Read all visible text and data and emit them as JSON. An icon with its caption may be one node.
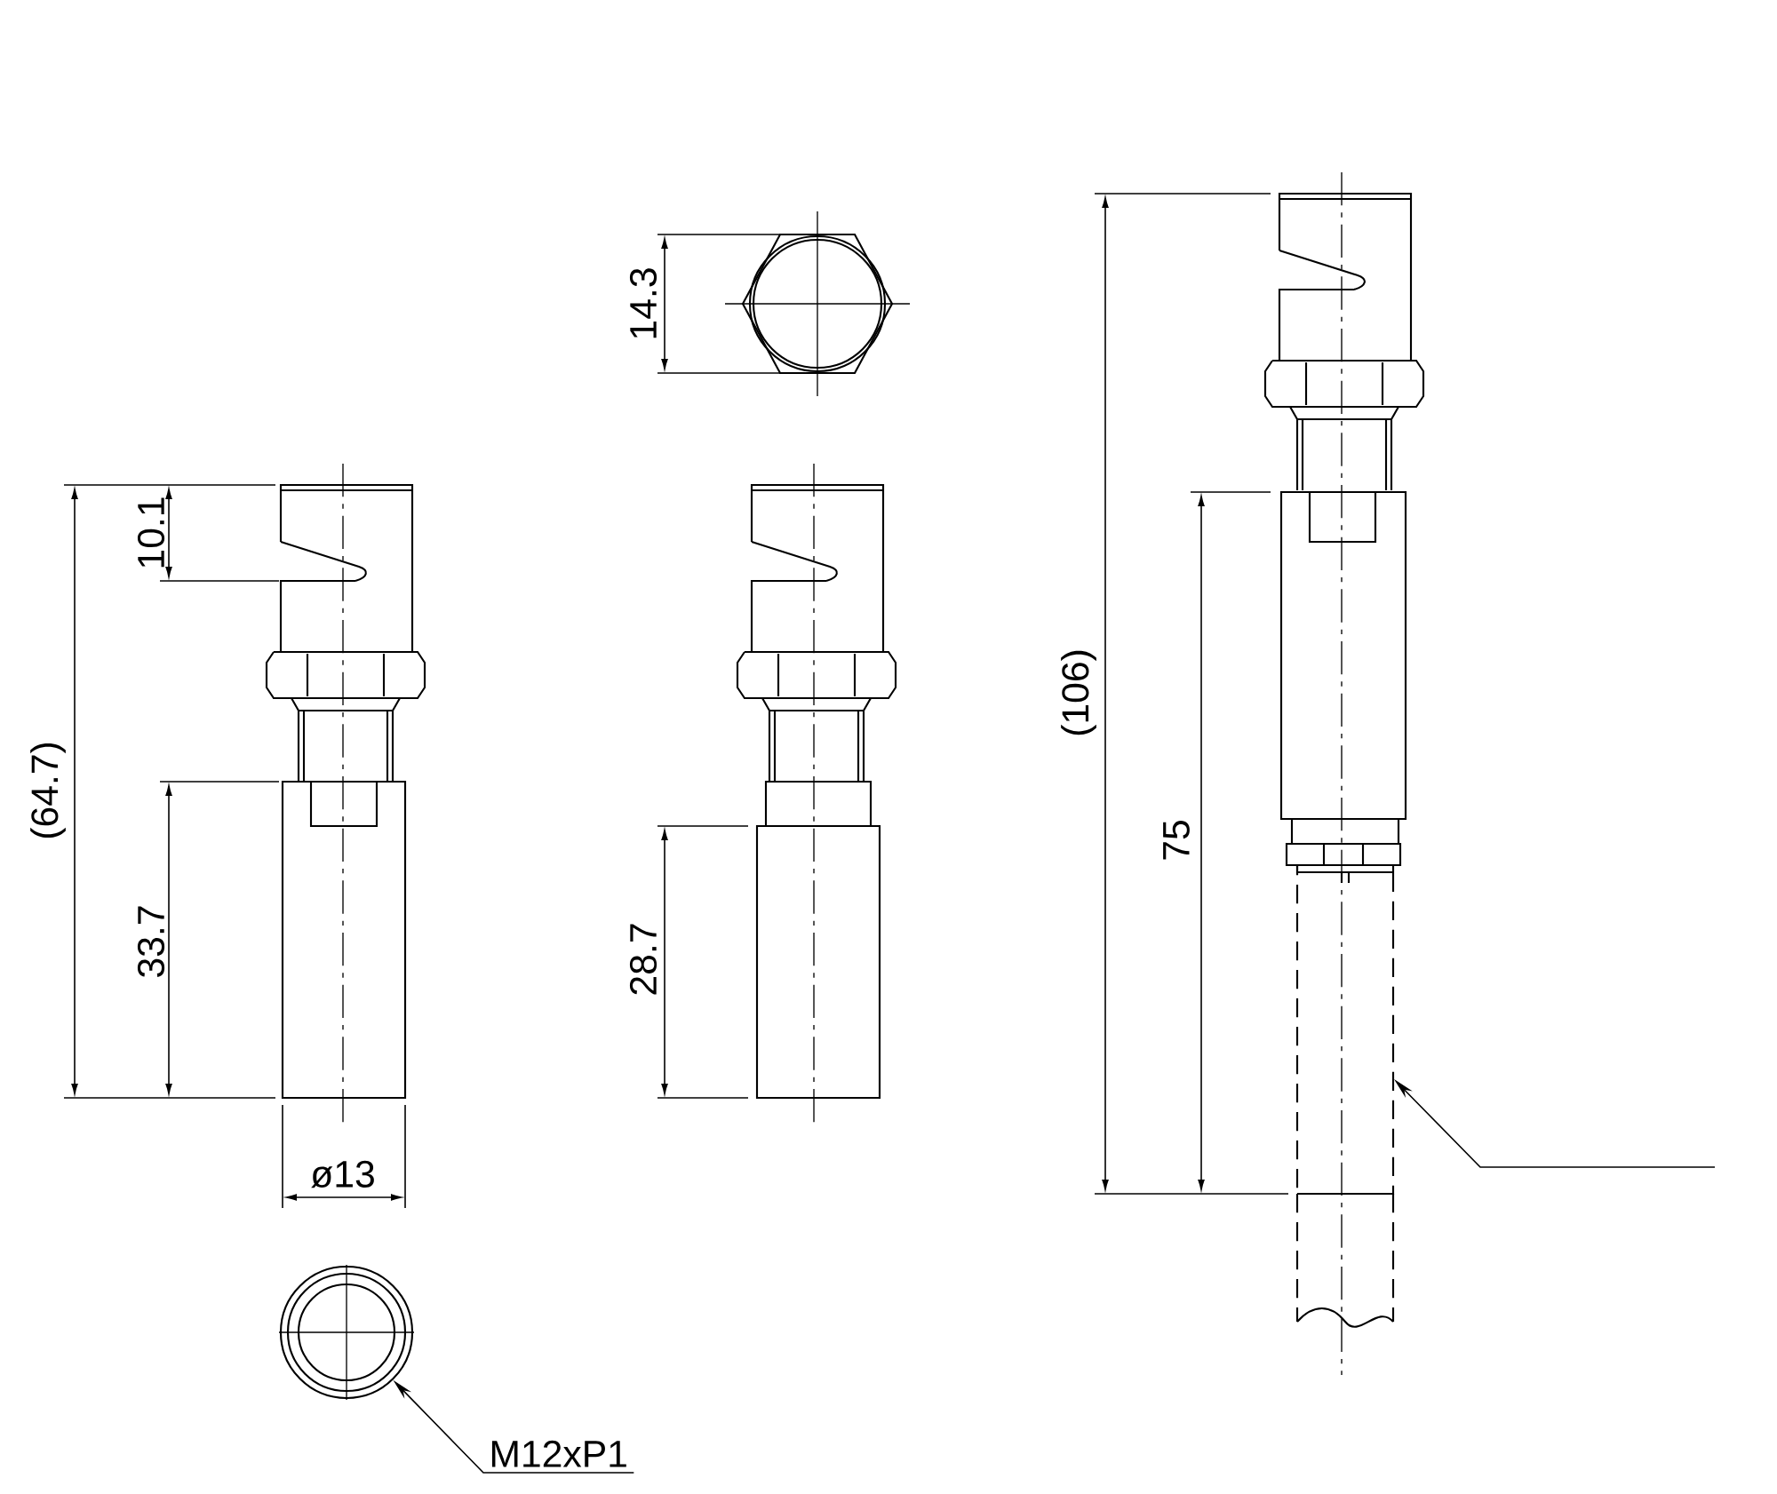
{
  "diagram": {
    "nodes": [
      {
        "text": [
          "M12xP1"
        ]
      },
      {
        "text": [],
        "shape": "circle"
      },
      {
        "text": [],
        "shape": "picture"
      }
    ],
    "edges": [
      {
        "from": 0,
        "to": 1,
        "arrow": "to"
      },
      {
        "from": null,
        "to": 2,
        "arrow": "to"
      }
    ],
    "labels": [
      "14.3",
      "10.1",
      "(64.7)",
      "33.7",
      "ø13",
      "28.7",
      "(106)",
      "75"
    ]
  }
}
